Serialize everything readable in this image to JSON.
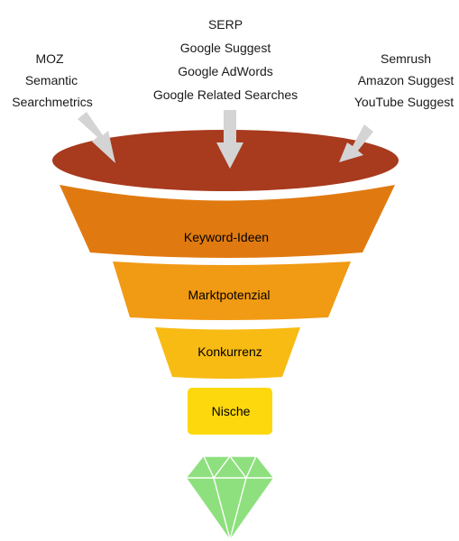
{
  "sources": {
    "left": [
      "MOZ",
      "Semantic",
      "Searchmetrics"
    ],
    "center": [
      "SERP",
      "Google Suggest",
      "Google AdWords",
      "Google Related Searches"
    ],
    "right": [
      "Semrush",
      "Amazon Suggest",
      "YouTube Suggest"
    ]
  },
  "stages": [
    {
      "label": "Keyword-Ideen",
      "color": "#e07a10"
    },
    {
      "label": "Marktpotenzial",
      "color": "#f19a14"
    },
    {
      "label": "Konkurrenz",
      "color": "#f8bb14"
    },
    {
      "label": "Nische",
      "color": "#fcd80c"
    }
  ],
  "colors": {
    "funnel_top": "#a83a1e",
    "arrow": "#d4d4d4",
    "diamond": "#8ee07e"
  },
  "icons": {
    "arrows": "down-arrow-icon",
    "result": "diamond-icon"
  }
}
